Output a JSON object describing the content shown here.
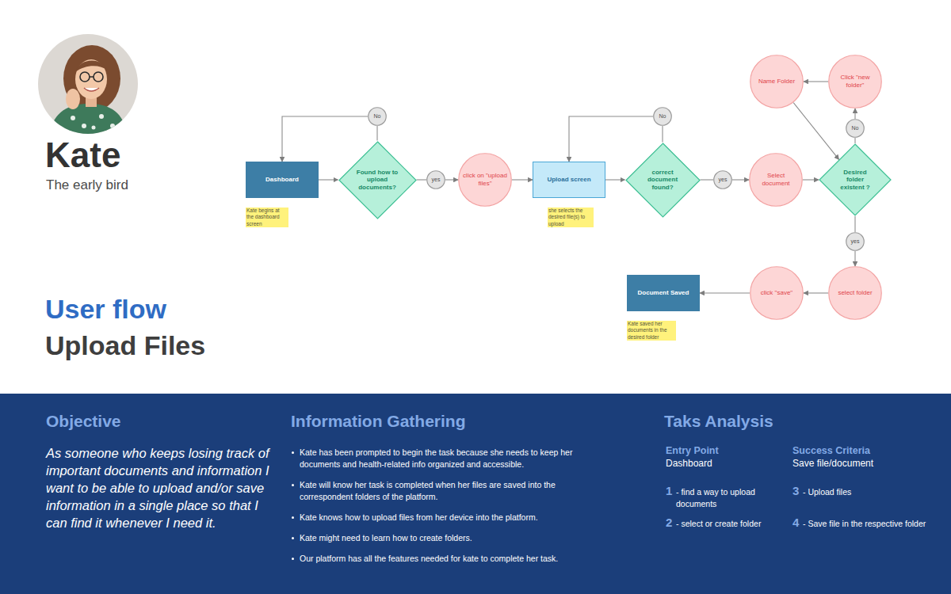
{
  "diagram": {
    "nodes": [
      {
        "text": [
          "Dashboard"
        ]
      },
      {
        "text": [
          "Found how to upload documents?"
        ]
      },
      {
        "text": [
          "No"
        ]
      },
      {
        "text": [
          "yes"
        ]
      },
      {
        "text": [
          "click on \"upload files\""
        ]
      },
      {
        "text": [
          "Upload screen"
        ]
      },
      {
        "text": [
          "correct document found?"
        ]
      },
      {
        "text": [
          "No"
        ]
      },
      {
        "text": [
          "yes"
        ]
      },
      {
        "text": [
          "Select document"
        ]
      },
      {
        "text": [
          "Name Folder"
        ]
      },
      {
        "text": [
          "Click \"new folder\""
        ]
      },
      {
        "text": [
          "No"
        ]
      },
      {
        "text": [
          "Desired folder existent ?"
        ]
      },
      {
        "text": [
          "yes"
        ]
      },
      {
        "text": [
          "select folder"
        ]
      },
      {
        "text": [
          "click \"save\""
        ]
      },
      {
        "text": [
          "Document Saved"
        ]
      },
      {
        "text": [
          "Objective",
          "As someone who keeps losing track of important documents and information I want to be able to upload and/or save information in a single place so that I can find it whenever I need it.",
          "Information Gathering",
          "Kate has been prompted to begin the task because she needs to keep her documents and health-related info organized and accessible.",
          "Kate will know her task is completed when her files are saved into the correspondent folders of the platform.",
          "Kate knows how to upload files from her device into the platform.",
          "Kate might need to learn how to create folders.",
          "Our platform has all the features needed for kate to complete her task.",
          "Taks Analysis",
          "Entry Point",
          "Dashboard",
          "Success Criteria",
          "Save file/document",
          "1",
          "- find a way to upload documents",
          "3",
          "- Upload files",
          "2",
          "- select or create folder",
          "4",
          "- Save file in the respective folder"
        ]
      }
    ],
    "edges": [
      {
        "from": 0,
        "to": 1,
        "arrow": "to"
      },
      {
        "from": 1,
        "to": 2,
        "arrow": "none"
      },
      {
        "from": 2,
        "to": 0,
        "arrow": "to"
      },
      {
        "from": 1,
        "to": 3,
        "arrow": "none"
      },
      {
        "from": 3,
        "to": 4,
        "arrow": "to"
      },
      {
        "from": 4,
        "to": 5,
        "arrow": "to"
      },
      {
        "from": 5,
        "to": 6,
        "arrow": "to"
      },
      {
        "from": 6,
        "to": 7,
        "arrow": "none"
      },
      {
        "from": 7,
        "to": 5,
        "arrow": "to"
      },
      {
        "from": 6,
        "to": 8,
        "arrow": "none"
      },
      {
        "from": 8,
        "to": 9,
        "arrow": "to"
      },
      {
        "from": 9,
        "to": 13,
        "arrow": "to"
      },
      {
        "from": 13,
        "to": 12,
        "arrow": "none"
      },
      {
        "from": 12,
        "to": 11,
        "arrow": "to"
      },
      {
        "from": 11,
        "to": 10,
        "arrow": "to"
      },
      {
        "from": 10,
        "to": 13,
        "arrow": "to"
      },
      {
        "from": 13,
        "to": 14,
        "arrow": "none"
      },
      {
        "from": 14,
        "to": 15,
        "arrow": "to"
      },
      {
        "from": 15,
        "to": 16,
        "arrow": "to"
      },
      {
        "from": 16,
        "to": 17,
        "arrow": "to"
      }
    ],
    "labels": [
      "Kate",
      "The early bird",
      "Kate begins at the dashboard screen",
      "she selects the desired file(s) to upload",
      "User flow",
      "Kate saved her documents in the desired folder",
      "Upload Files"
    ]
  }
}
